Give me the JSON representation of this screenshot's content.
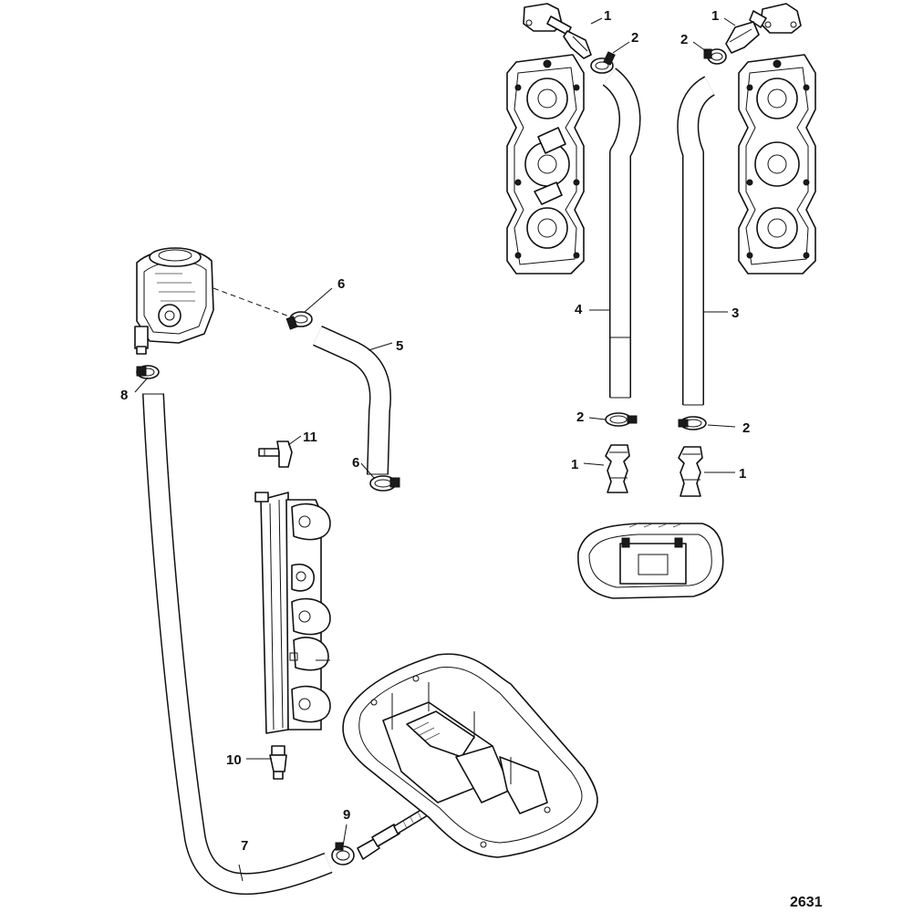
{
  "figure_number": "2631",
  "callouts": [
    {
      "id": "c1",
      "label": "1"
    },
    {
      "id": "c2",
      "label": "2"
    },
    {
      "id": "c3",
      "label": "1"
    },
    {
      "id": "c4",
      "label": "2"
    },
    {
      "id": "c5",
      "label": "4"
    },
    {
      "id": "c6",
      "label": "3"
    },
    {
      "id": "c7",
      "label": "2"
    },
    {
      "id": "c8",
      "label": "2"
    },
    {
      "id": "c9",
      "label": "1"
    },
    {
      "id": "c10",
      "label": "1"
    },
    {
      "id": "c11",
      "label": "6"
    },
    {
      "id": "c12",
      "label": "5"
    },
    {
      "id": "c13",
      "label": "8"
    },
    {
      "id": "c14",
      "label": "6"
    },
    {
      "id": "c15",
      "label": "11"
    },
    {
      "id": "c16",
      "label": "10"
    },
    {
      "id": "c17",
      "label": "9"
    },
    {
      "id": "c18",
      "label": "7"
    }
  ]
}
